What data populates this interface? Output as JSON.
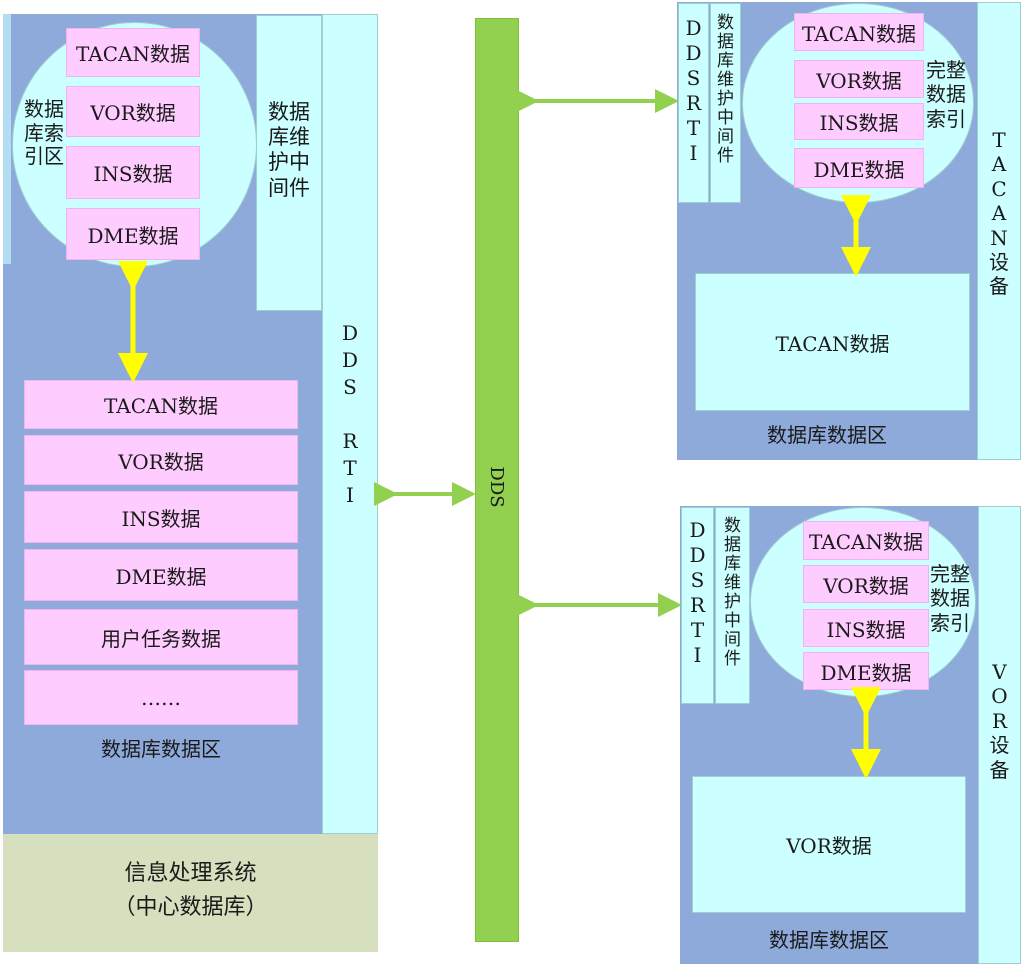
{
  "left_system": {
    "index_area_label": "数据库索引区",
    "index_items": [
      "TACAN数据",
      "VOR数据",
      "INS数据",
      "DME数据"
    ],
    "middleware_label": "数据库维护中间件",
    "rti_label": "DDS RTI",
    "data_items": [
      "TACAN数据",
      "VOR数据",
      "INS数据",
      "DME数据",
      "用户任务数据",
      "……"
    ],
    "data_area_label": "数据库数据区",
    "system_name": "信息处理系统",
    "system_sub": "（中心数据库）"
  },
  "bus": {
    "label": "DDS"
  },
  "tacan_device": {
    "rti_label": "DDSRTI",
    "middleware_label": "数据库维护中间件",
    "index_items": [
      "TACAN数据",
      "VOR数据",
      "INS数据",
      "DME数据"
    ],
    "index_label": "完整数据索引",
    "data_box": "TACAN数据",
    "data_area_label": "数据库数据区",
    "device_label": "TACAN设备"
  },
  "vor_device": {
    "rti_label": "DDSRTI",
    "middleware_label": "数据库维护中间件",
    "index_items": [
      "TACAN数据",
      "VOR数据",
      "INS数据",
      "DME数据"
    ],
    "index_label": "完整数据索引",
    "data_box": "VOR数据",
    "data_area_label": "数据库数据区",
    "device_label": "VOR设备"
  },
  "colors": {
    "blue": "#8eaadb",
    "cyan": "#ccffff",
    "pink": "#ffccff",
    "olive": "#d6dfbe",
    "green": "#92d050",
    "yellow_arrow": "#ffff00",
    "green_arrow": "#92d050"
  }
}
